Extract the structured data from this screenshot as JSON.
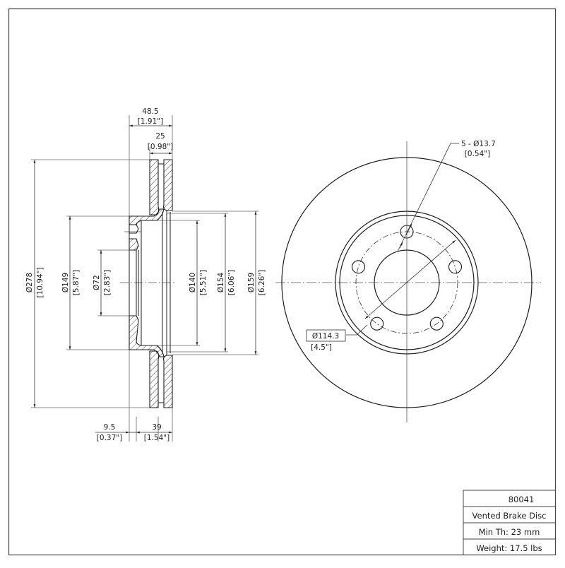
{
  "drawing": {
    "part_number": "80041",
    "description": "Vented Brake Disc",
    "min_thickness": "Min Th: 23 mm",
    "weight": "Weight: 17.5 lbs"
  },
  "side_view": {
    "overall_width": {
      "mm": "48.5",
      "in": "[1.91\"]"
    },
    "rotor_thickness": {
      "mm": "25",
      "in": "[0.98\"]"
    },
    "flange_thickness": {
      "mm": "9.5",
      "in": "[0.37\"]"
    },
    "hat_offset": {
      "mm": "39",
      "in": "[1.54\"]"
    },
    "outer_diameter": {
      "mm": "Ø278",
      "in": "[10.94\"]"
    },
    "hat_outer_diameter": {
      "mm": "Ø149",
      "in": "[5.87\"]"
    },
    "center_bore": {
      "mm": "Ø72",
      "in": "[2.83\"]"
    },
    "inner_diameter_140": {
      "mm": "Ø140",
      "in": "[5.51\"]"
    },
    "inner_diameter_154": {
      "mm": "Ø154",
      "in": "[6.06\"]"
    },
    "inner_diameter_159": {
      "mm": "Ø159",
      "in": "[6.26\"]"
    }
  },
  "front_view": {
    "bolt_holes": {
      "mm": "5 - Ø13.7",
      "in": "[0.54\"]"
    },
    "bolt_circle": {
      "mm": "Ø114.3",
      "in": "[4.5\"]"
    }
  },
  "colors": {
    "line": "#1e1e1e",
    "dim_line": "#555555",
    "border": "#444444"
  }
}
